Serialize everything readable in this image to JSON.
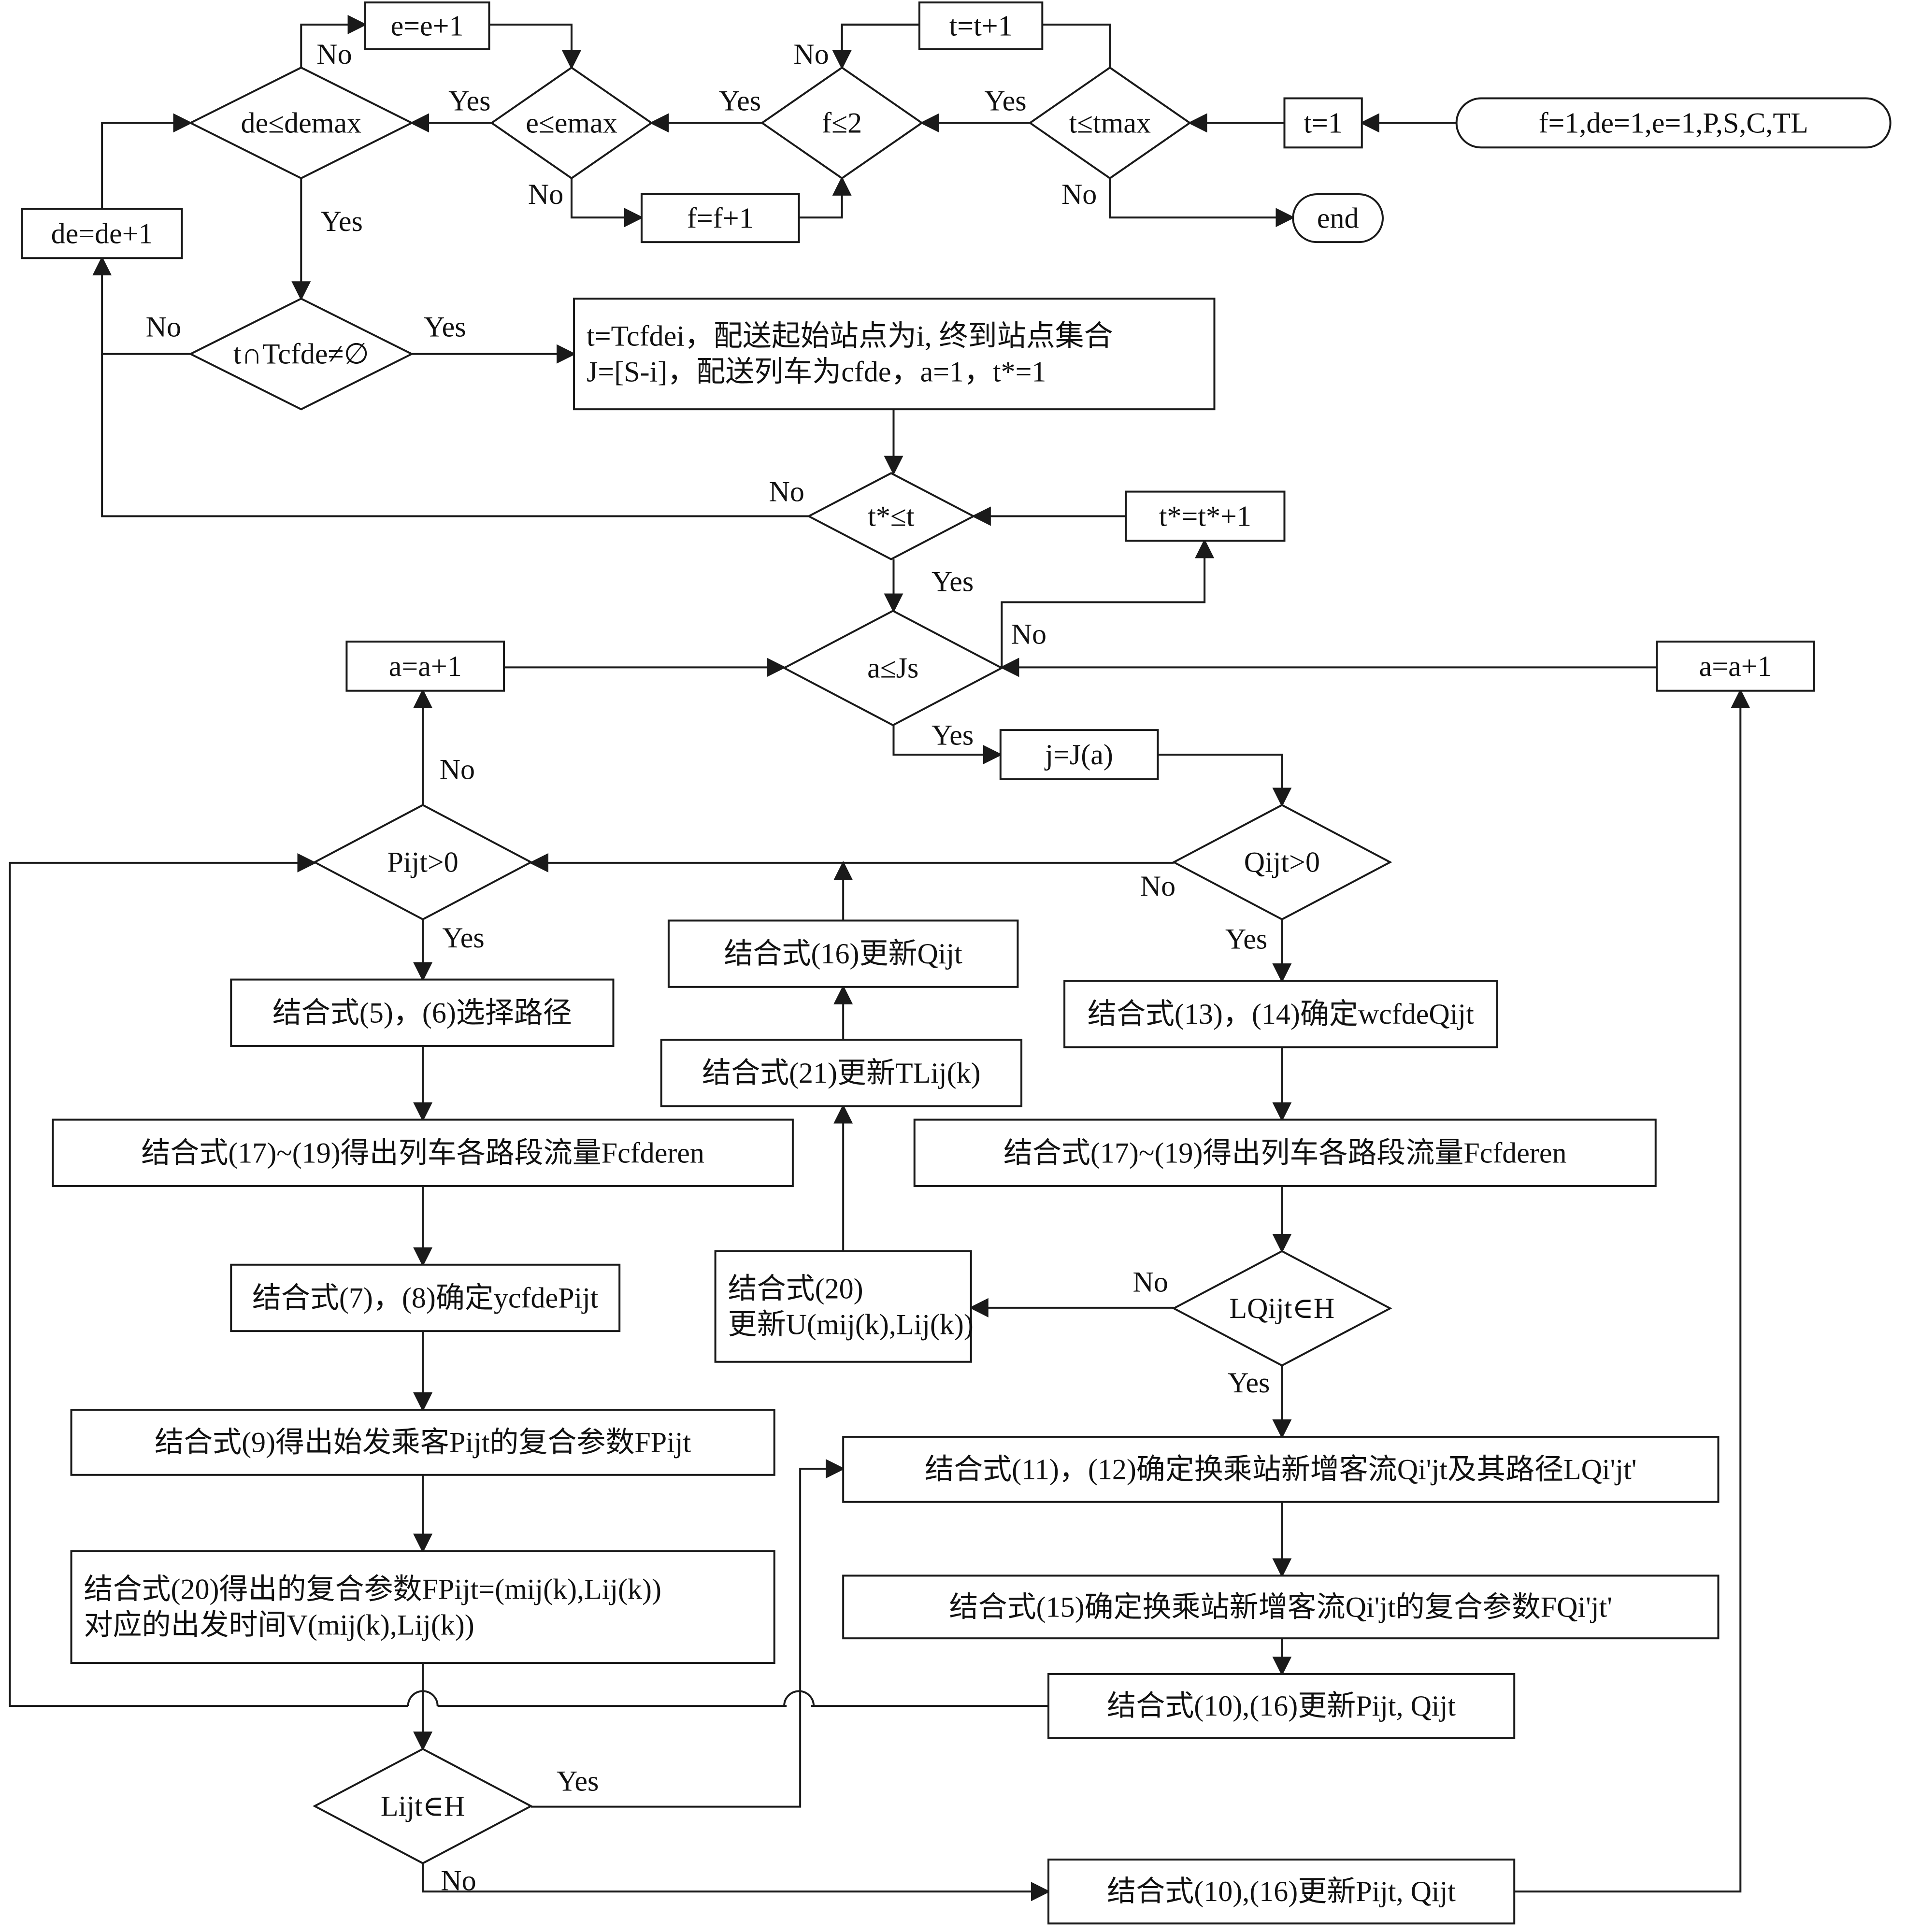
{
  "nodes": [
    {
      "id": "start",
      "text": "f=1,de=1,e=1,P,S,C,TL"
    },
    {
      "id": "t_init",
      "text": "t=1"
    },
    {
      "id": "t_le_tmax",
      "text": "t≤tmax"
    },
    {
      "id": "t_inc",
      "text": "t=t+1"
    },
    {
      "id": "end",
      "text": "end"
    },
    {
      "id": "f_le_2",
      "text": "f≤2"
    },
    {
      "id": "f_inc",
      "text": "f=f+1"
    },
    {
      "id": "e_le_emax",
      "text": "e≤emax"
    },
    {
      "id": "e_inc",
      "text": "e=e+1"
    },
    {
      "id": "de_le_demax",
      "text": "de≤demax"
    },
    {
      "id": "de_inc",
      "text": "de=de+1"
    },
    {
      "id": "t_cap_T",
      "text": "t∩Tcfde≠∅"
    },
    {
      "id": "setup",
      "lines": [
        "t=Tcfdei，配送起始站点为i, 终到站点集合",
        "J=[S-i]，配送列车为cfde，a=1，t*=1"
      ]
    },
    {
      "id": "tstar_le_t",
      "text": "t*≤t"
    },
    {
      "id": "tstar_inc",
      "text": "t*=t*+1"
    },
    {
      "id": "a_le_Js",
      "text": "a≤Js"
    },
    {
      "id": "a_inc_left",
      "text": "a=a+1"
    },
    {
      "id": "a_inc_right",
      "text": "a=a+1"
    },
    {
      "id": "j_eq",
      "text": "j=J(a)"
    },
    {
      "id": "P_gt0",
      "text": "Pijt>0"
    },
    {
      "id": "Q_gt0",
      "text": "Qijt>0"
    },
    {
      "id": "upd_Q16",
      "text": "结合式(16)更新Qijt"
    },
    {
      "id": "upd_TL21",
      "text": "结合式(21)更新TLij(k)"
    },
    {
      "id": "upd_U20",
      "lines": [
        "结合式(20)",
        "更新U(mij(k),Lij(k))"
      ]
    },
    {
      "id": "sel_path",
      "text": "结合式(5)，(6)选择路径"
    },
    {
      "id": "flow_left",
      "text": "结合式(17)~(19)得出列车各路段流量Fcfderen"
    },
    {
      "id": "det_y",
      "text": "结合式(7)，(8)确定ycfdePijt"
    },
    {
      "id": "FP9",
      "text": "结合式(9)得出始发乘客Pijt的复合参数FPijt"
    },
    {
      "id": "FP20",
      "lines": [
        "结合式(20)得出的复合参数FPijt=(mij(k),Lij(k))",
        "对应的出发时间V(mij(k),Lij(k))"
      ]
    },
    {
      "id": "L_in_H",
      "text": "Lijt∈H"
    },
    {
      "id": "det_w",
      "text": "结合式(13)，(14)确定wcfdeQijt"
    },
    {
      "id": "flow_right",
      "text": "结合式(17)~(19)得出列车各路段流量Fcfderen"
    },
    {
      "id": "LQ_in_H",
      "text": "LQijt∈H"
    },
    {
      "id": "Q11",
      "text": "结合式(11)，(12)确定换乘站新增客流Qi'jt及其路径LQi'jt'"
    },
    {
      "id": "FQ15",
      "text": "结合式(15)确定换乘站新增客流Qi'jt的复合参数FQi'jt'"
    },
    {
      "id": "upd_PQ_a",
      "text": "结合式(10),(16)更新Pijt, Qijt"
    },
    {
      "id": "upd_PQ_b",
      "text": "结合式(10),(16)更新Pijt, Qijt"
    }
  ],
  "edge_labels": [
    {
      "id": "yes_t",
      "text": "Yes"
    },
    {
      "id": "no_t",
      "text": "No"
    },
    {
      "id": "yes_f",
      "text": "Yes"
    },
    {
      "id": "no_f_up",
      "text": "No"
    },
    {
      "id": "yes_e",
      "text": "Yes"
    },
    {
      "id": "no_e",
      "text": "No"
    },
    {
      "id": "yes_de",
      "text": "Yes"
    },
    {
      "id": "no_de",
      "text": "No"
    },
    {
      "id": "no_cap",
      "text": "No"
    },
    {
      "id": "yes_cap",
      "text": "Yes"
    },
    {
      "id": "no_tstar",
      "text": "No"
    },
    {
      "id": "yes_tstar",
      "text": "Yes"
    },
    {
      "id": "no_a",
      "text": "No"
    },
    {
      "id": "yes_a",
      "text": "Yes"
    },
    {
      "id": "no_P",
      "text": "No"
    },
    {
      "id": "yes_P",
      "text": "Yes"
    },
    {
      "id": "no_Q",
      "text": "No"
    },
    {
      "id": "yes_Q",
      "text": "Yes"
    },
    {
      "id": "no_LQ",
      "text": "No"
    },
    {
      "id": "yes_LQ",
      "text": "Yes"
    },
    {
      "id": "yes_L",
      "text": "Yes"
    },
    {
      "id": "no_L",
      "text": "No"
    }
  ]
}
